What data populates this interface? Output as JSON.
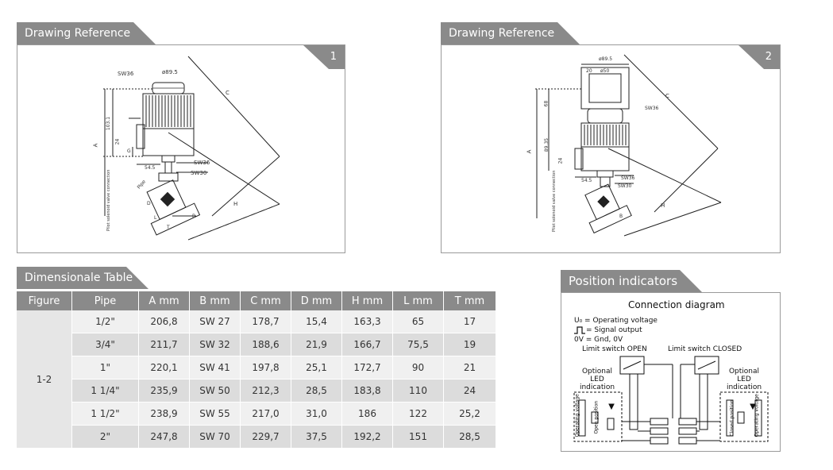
{
  "left_drawing": {
    "tab": "Drawing Reference",
    "number": "1",
    "labels": {
      "sw36_top": "SW36",
      "dia": "ø89.5",
      "h103": "103.1",
      "a": "A",
      "c": "C",
      "h": "H",
      "b": "B",
      "l": "L",
      "t": "T",
      "pipe": "Pipe",
      "d": "D",
      "dim24": "24",
      "g": "G",
      "dim54": "54.5",
      "sw36": "SW36",
      "sw30": "SW30",
      "pilot": "Pilot solenoid valve connection"
    }
  },
  "right_drawing": {
    "tab": "Drawing Reference",
    "number": "2",
    "labels": {
      "dia": "ø89.5",
      "d20": "20",
      "d50": "ø50",
      "h68": "68",
      "h89": "89.35",
      "sw36_top": "SW36",
      "a": "A",
      "c": "C",
      "h": "H",
      "dim24": "24",
      "dim54": "54.5",
      "sw36": "SW36",
      "sw30": "SW30",
      "pilot": "Pilot solenoid valve connection",
      "b": "B"
    }
  },
  "table": {
    "tab": "Dimensionale Table",
    "headers": [
      "Figure",
      "Pipe",
      "A mm",
      "B mm",
      "C mm",
      "D mm",
      "H mm",
      "L mm",
      "T mm"
    ],
    "figure": "1-2",
    "rows": [
      [
        "1/2\"",
        "206,8",
        "SW 27",
        "178,7",
        "15,4",
        "163,3",
        "65",
        "17"
      ],
      [
        "3/4\"",
        "211,7",
        "SW 32",
        "188,6",
        "21,9",
        "166,7",
        "75,5",
        "19"
      ],
      [
        "1\"",
        "220,1",
        "SW 41",
        "197,8",
        "25,1",
        "172,7",
        "90",
        "21"
      ],
      [
        "1 1/4\"",
        "235,9",
        "SW 50",
        "212,3",
        "28,5",
        "183,8",
        "110",
        "24"
      ],
      [
        "1 1/2\"",
        "238,9",
        "SW 55",
        "217,0",
        "31,0",
        "186",
        "122",
        "25,2"
      ],
      [
        "2\"",
        "247,8",
        "SW 70",
        "229,7",
        "37,5",
        "192,2",
        "151",
        "28,5"
      ]
    ]
  },
  "position": {
    "tab": "Position indicators",
    "title": "Connection diagram",
    "legend1": "U₀ = Operating voltage",
    "legend2": "= Signal output",
    "legend3": "0V = Gnd, 0V",
    "open": "Limit switch OPEN",
    "closed": "Limit switch CLOSED",
    "led_left": "Optional LED indication",
    "led_right": "Optional LED indication",
    "vert1": "Operating voltage",
    "vert2": "Open position",
    "vert3": "Closed position",
    "vert4": "Operating voltage"
  }
}
